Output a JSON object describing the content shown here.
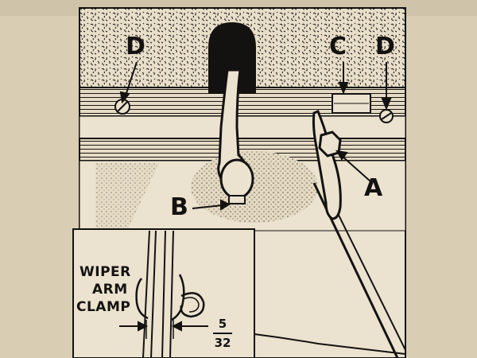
{
  "labels": {
    "a": "A",
    "b": "B",
    "c": "C",
    "d_left": "D",
    "d_right": "D"
  },
  "caption": {
    "line1": "WIPER",
    "line2": "ARM",
    "line3": "CLAMP"
  },
  "clearance": {
    "numerator": "5",
    "denominator": "32"
  },
  "colors": {
    "page": "#d9cdb4",
    "ink": "#141210"
  }
}
